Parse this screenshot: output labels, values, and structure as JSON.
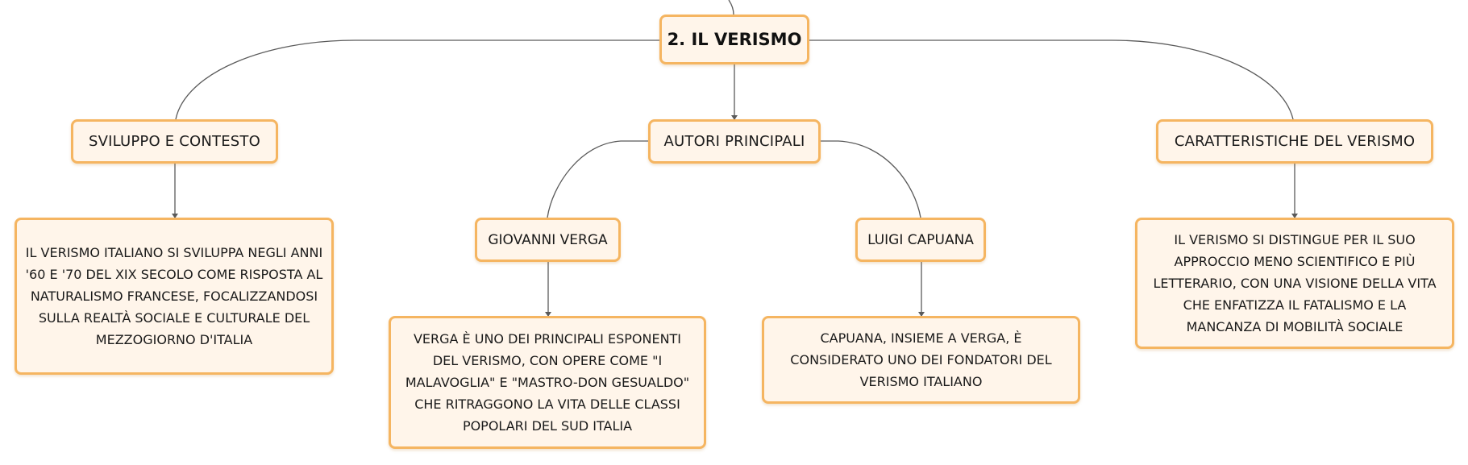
{
  "diagram": {
    "root": {
      "label": "2. IL VERISMO"
    },
    "branches": [
      {
        "label": "SVILUPPO E CONTESTO",
        "detail": "IL VERISMO ITALIANO SI SVILUPPA NEGLI ANNI '60 E '70 DEL XIX SECOLO COME RISPOSTA AL NATURALISMO FRANCESE, FOCALIZZANDOSI SULLA REALTÀ SOCIALE E CULTURALE DEL MEZZOGIORNO D'ITALIA"
      },
      {
        "label": "AUTORI PRINCIPALI",
        "children": [
          {
            "label": "GIOVANNI VERGA",
            "detail": "VERGA È UNO DEI PRINCIPALI ESPONENTI DEL VERISMO, CON OPERE COME \"I MALAVOGLIA\" E \"MASTRO-DON GESUALDO\" CHE RITRAGGONO LA VITA DELLE CLASSI POPOLARI DEL SUD ITALIA"
          },
          {
            "label": "LUIGI CAPUANA",
            "detail": "CAPUANA, INSIEME A VERGA, È CONSIDERATO UNO DEI FONDATORI DEL VERISMO ITALIANO"
          }
        ]
      },
      {
        "label": "CARATTERISTICHE DEL VERISMO",
        "detail": "IL VERISMO SI DISTINGUE PER IL SUO APPROCCIO MENO SCIENTIFICO E PIÙ LETTERARIO, CON UNA VISIONE DELLA VITA CHE ENFATIZZA IL FATALISMO E LA MANCANZA DI MOBILITÀ SOCIALE"
      }
    ]
  },
  "colors": {
    "node_fill": "#fff5ea",
    "node_border": "#f5b561",
    "connector": "#555555"
  }
}
